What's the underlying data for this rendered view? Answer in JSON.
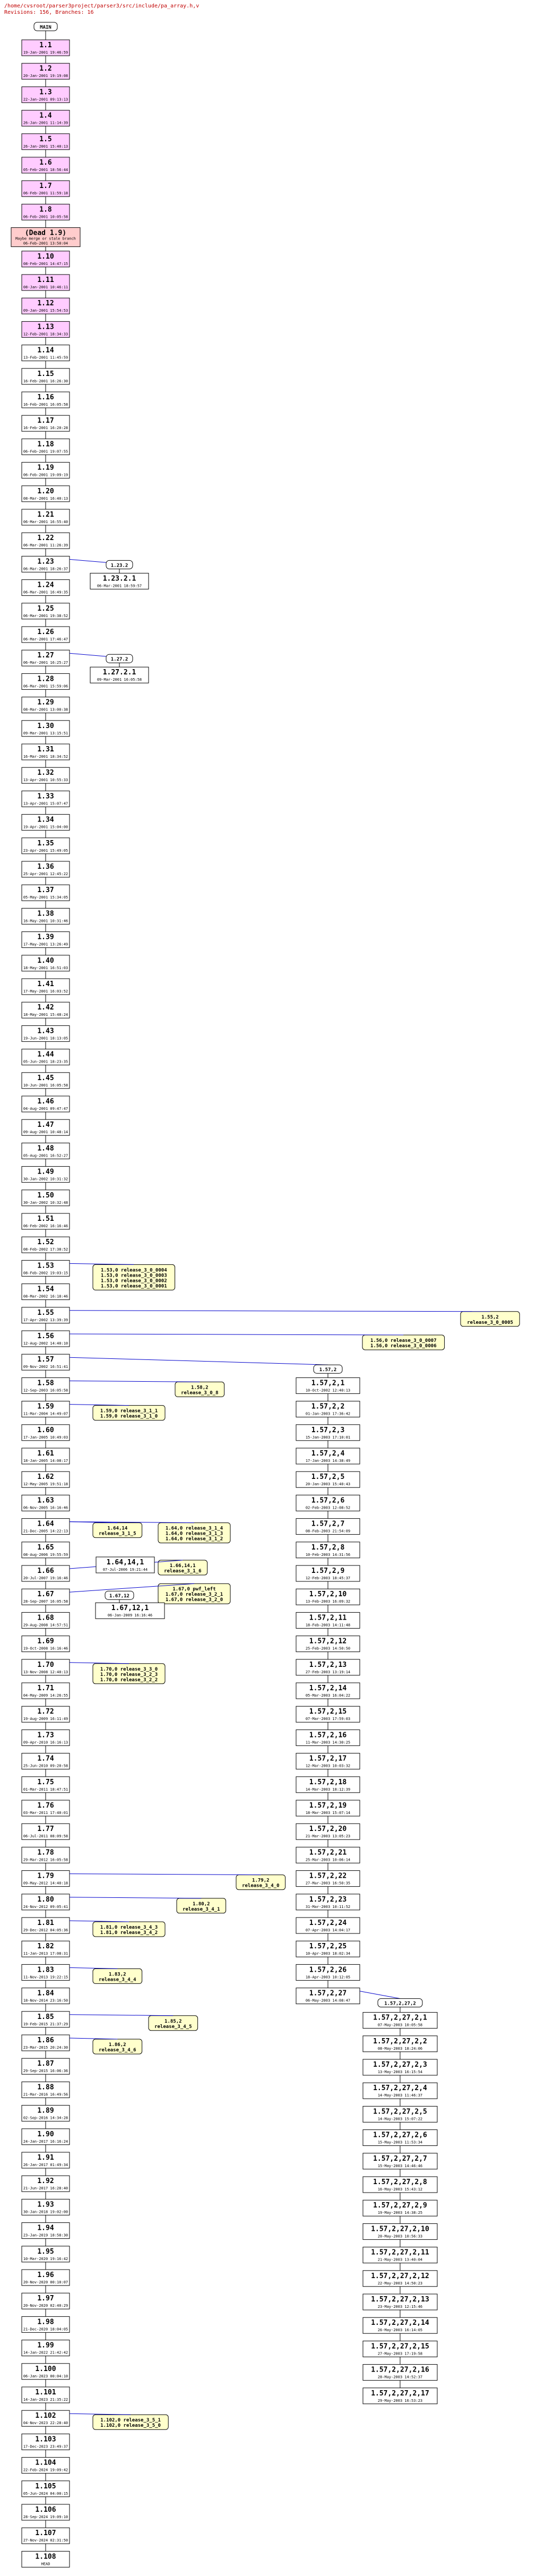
{
  "header": {
    "path": "/home/cvsroot/parser3project/parser3/src/include/pa_array.h,v",
    "revisions": "Revisions: 156, Branches: 16"
  },
  "colors": {
    "head_fill": "#ffccff",
    "dead_fill": "#ffcccc",
    "normal_fill": "#ffffff",
    "tag_fill": "#ffffcc",
    "branch_line": "#0000cc"
  },
  "main_trunk": [
    {
      "label": "MAIN",
      "kind": "branch"
    },
    {
      "label": "1.1",
      "sub": "19-Jan-2001 19:46:59",
      "kind": "head"
    },
    {
      "label": "1.2",
      "sub": "20-Jan-2001 19:19:08",
      "kind": "head"
    },
    {
      "label": "1.3",
      "sub": "22-Jan-2001 09:13:13",
      "kind": "head"
    },
    {
      "label": "1.4",
      "sub": "26-Jan-2001 11:14:39",
      "kind": "head"
    },
    {
      "label": "1.5",
      "sub": "26-Jan-2001 15:40:13",
      "kind": "head"
    },
    {
      "label": "1.6",
      "sub": "05-Feb-2001 18:56:44",
      "kind": "head"
    },
    {
      "label": "1.7",
      "sub": "06-Feb-2001 11:59:18",
      "kind": "head"
    },
    {
      "label": "1.8",
      "sub": "06-Feb-2001 10:05:58",
      "kind": "head"
    },
    {
      "label": "(Dead 1.9)",
      "sub": "06-Feb-2001 13:50:04",
      "sub2": "Maybe merge or stale branch",
      "kind": "dead"
    },
    {
      "label": "1.10",
      "sub": "08-Feb-2001 14:47:15",
      "kind": "head"
    },
    {
      "label": "1.11",
      "sub": "08-Jan-2001 10:46:11",
      "kind": "head"
    },
    {
      "label": "1.12",
      "sub": "09-Jan-2001 15:54:53",
      "kind": "head"
    },
    {
      "label": "1.13",
      "sub": "12-Feb-2001 18:34:33",
      "kind": "head"
    },
    {
      "label": "1.14",
      "sub": "13-Feb-2001 11:45:59",
      "kind": "normal"
    },
    {
      "label": "1.15",
      "sub": "16-Feb-2001 16:26:30",
      "kind": "normal"
    },
    {
      "label": "1.16",
      "sub": "16-Feb-2001 16:05:58",
      "kind": "normal"
    },
    {
      "label": "1.17",
      "sub": "16-Feb-2001 16:20:28",
      "kind": "normal"
    },
    {
      "label": "1.18",
      "sub": "06-Feb-2001 19:07:55",
      "kind": "normal"
    },
    {
      "label": "1.19",
      "sub": "06-Feb-2001 19:09:19",
      "kind": "normal"
    },
    {
      "label": "1.20",
      "sub": "08-Mar-2001 16:40:13",
      "kind": "normal"
    },
    {
      "label": "1.21",
      "sub": "06-Mar-2001 16:55:40",
      "kind": "normal"
    },
    {
      "label": "1.22",
      "sub": "06-Mar-2001 11:26:39",
      "kind": "normal"
    },
    {
      "label": "1.23",
      "sub": "06-Mar-2001 18:26:37",
      "kind": "normal"
    },
    {
      "label": "1.24",
      "sub": "06-Mar-2001 16:49:35",
      "kind": "normal"
    },
    {
      "label": "1.25",
      "sub": "06-Mar-2001 19:38:52",
      "kind": "normal"
    },
    {
      "label": "1.26",
      "sub": "06-Mar-2001 17:46:47",
      "kind": "normal"
    },
    {
      "label": "1.27",
      "sub": "06-Mar-2001 16:25:27",
      "kind": "normal"
    },
    {
      "label": "1.28",
      "sub": "06-Mar-2001 15:59:06",
      "kind": "normal"
    },
    {
      "label": "1.29",
      "sub": "08-Mar-2001 13:00:38",
      "kind": "normal"
    },
    {
      "label": "1.30",
      "sub": "09-Mar-2001 13:15:51",
      "kind": "normal"
    },
    {
      "label": "1.31",
      "sub": "16-Mar-2001 18:34:52",
      "kind": "normal"
    },
    {
      "label": "1.32",
      "sub": "13-Apr-2001 10:55:33",
      "kind": "normal"
    },
    {
      "label": "1.33",
      "sub": "13-Apr-2001 15:07:47",
      "kind": "normal"
    },
    {
      "label": "1.34",
      "sub": "19-Apr-2001 15:04:00",
      "kind": "normal"
    },
    {
      "label": "1.35",
      "sub": "23-Apr-2001 15:49:05",
      "kind": "normal"
    },
    {
      "label": "1.36",
      "sub": "25-Apr-2001 12:45:22",
      "kind": "normal"
    },
    {
      "label": "1.37",
      "sub": "05-May-2001 15:34:05",
      "kind": "normal"
    },
    {
      "label": "1.38",
      "sub": "16-May-2001 10:31:46",
      "kind": "normal"
    },
    {
      "label": "1.39",
      "sub": "17-May-2001 13:26:49",
      "kind": "normal"
    },
    {
      "label": "1.40",
      "sub": "18-May-2001 16:51:03",
      "kind": "normal"
    },
    {
      "label": "1.41",
      "sub": "17-May-2001 16:03:52",
      "kind": "normal"
    },
    {
      "label": "1.42",
      "sub": "18-May-2001 15:48:24",
      "kind": "normal"
    },
    {
      "label": "1.43",
      "sub": "19-Jun-2001 18:13:05",
      "kind": "normal"
    },
    {
      "label": "1.44",
      "sub": "05-Jun-2001 18:23:35",
      "kind": "normal"
    },
    {
      "label": "1.45",
      "sub": "10-Jun-2001 16:05:58",
      "kind": "normal"
    },
    {
      "label": "1.46",
      "sub": "04-Aug-2001 09:47:47",
      "kind": "normal"
    },
    {
      "label": "1.47",
      "sub": "09-Aug-2001 10:48:14",
      "kind": "normal"
    },
    {
      "label": "1.48",
      "sub": "05-Aug-2001 16:52:27",
      "kind": "normal"
    },
    {
      "label": "1.49",
      "sub": "30-Jan-2002 10:31:32",
      "kind": "normal"
    },
    {
      "label": "1.50",
      "sub": "30-Jan-2002 10:32:48",
      "kind": "normal"
    },
    {
      "label": "1.51",
      "sub": "06-Feb-2002 16:16:46",
      "kind": "normal"
    },
    {
      "label": "1.52",
      "sub": "08-Feb-2002 17:38:52",
      "kind": "normal"
    },
    {
      "label": "1.53",
      "sub": "08-Feb-2002 19:03:15",
      "kind": "normal"
    },
    {
      "label": "1.54",
      "sub": "08-Mar-2002 16:18:46",
      "kind": "normal"
    },
    {
      "label": "1.55",
      "sub": "17-Apr-2002 13:39:39",
      "kind": "normal"
    },
    {
      "label": "1.56",
      "sub": "12-Aug-2002 14:40:10",
      "kind": "normal"
    },
    {
      "label": "1.57",
      "sub": "09-Nov-2002 16:51:41",
      "kind": "normal"
    },
    {
      "label": "1.58",
      "sub": "12-Sep-2003 16:05:58",
      "kind": "normal"
    },
    {
      "label": "1.59",
      "sub": "11-Mar-2004 14:49:07",
      "kind": "normal"
    },
    {
      "label": "1.60",
      "sub": "17-Jan-2005 10:49:03",
      "kind": "normal"
    },
    {
      "label": "1.61",
      "sub": "18-Jan-2005 14:08:17",
      "kind": "normal"
    },
    {
      "label": "1.62",
      "sub": "12-May-2005 19:51:18",
      "kind": "normal"
    },
    {
      "label": "1.63",
      "sub": "06-Nov-2005 16:16:46",
      "kind": "normal"
    },
    {
      "label": "1.64",
      "sub": "21-Dec-2005 14:22:13",
      "kind": "normal"
    },
    {
      "label": "1.65",
      "sub": "08-Aug-2006 19:55:59",
      "kind": "normal"
    },
    {
      "label": "1.66",
      "sub": "20-Jul-2007 19:16:46",
      "kind": "normal"
    },
    {
      "label": "1.67",
      "sub": "28-Sep-2007 16:05:58",
      "kind": "normal"
    },
    {
      "label": "1.68",
      "sub": "29-Aug-2008 14:57:51",
      "kind": "normal"
    },
    {
      "label": "1.69",
      "sub": "19-Oct-2008 16:16:46",
      "kind": "normal"
    },
    {
      "label": "1.70",
      "sub": "13-Nov-2008 12:40:13",
      "kind": "normal"
    },
    {
      "label": "1.71",
      "sub": "04-May-2009 14:26:55",
      "kind": "normal"
    },
    {
      "label": "1.72",
      "sub": "19-Aug-2009 16:11:49",
      "kind": "normal"
    },
    {
      "label": "1.73",
      "sub": "09-Apr-2010 16:16:13",
      "kind": "normal"
    },
    {
      "label": "1.74",
      "sub": "25-Jun-2010 09:20:58",
      "kind": "normal"
    },
    {
      "label": "1.75",
      "sub": "01-Mar-2011 18:47:51",
      "kind": "normal"
    },
    {
      "label": "1.76",
      "sub": "03-Mar-2011 17:40:01",
      "kind": "normal"
    },
    {
      "label": "1.77",
      "sub": "06-Jul-2011 08:09:58",
      "kind": "normal"
    },
    {
      "label": "1.78",
      "sub": "29-Mar-2012 16:05:58",
      "kind": "normal"
    },
    {
      "label": "1.79",
      "sub": "09-May-2012 14:40:18",
      "kind": "normal"
    },
    {
      "label": "1.80",
      "sub": "24-Nov-2012 09:05:41",
      "kind": "normal"
    },
    {
      "label": "1.81",
      "sub": "29-Dec-2012 04:05:36",
      "kind": "normal"
    },
    {
      "label": "1.82",
      "sub": "11-Jan-2013 17:08:31",
      "kind": "normal"
    },
    {
      "label": "1.83",
      "sub": "11-Nov-2013 19:22:15",
      "kind": "normal"
    },
    {
      "label": "1.84",
      "sub": "18-Nov-2014 23:16:50",
      "kind": "normal"
    },
    {
      "label": "1.85",
      "sub": "19-Feb-2015 21:37:29",
      "kind": "normal"
    },
    {
      "label": "1.86",
      "sub": "23-Mar-2015 20:24:30",
      "kind": "normal"
    },
    {
      "label": "1.87",
      "sub": "29-Sep-2015 16:06:36",
      "kind": "normal"
    },
    {
      "label": "1.88",
      "sub": "21-Mar-2016 16:49:56",
      "kind": "normal"
    },
    {
      "label": "1.89",
      "sub": "02-Sep-2016 14:34:28",
      "kind": "normal"
    },
    {
      "label": "1.90",
      "sub": "24-Jan-2017 16:16:24",
      "kind": "normal"
    },
    {
      "label": "1.91",
      "sub": "26-Jan-2017 01:49:34",
      "kind": "normal"
    },
    {
      "label": "1.92",
      "sub": "21-Jun-2017 16:28:40",
      "kind": "normal"
    },
    {
      "label": "1.93",
      "sub": "30-Jan-2018 19:02:00",
      "kind": "normal"
    },
    {
      "label": "1.94",
      "sub": "23-Jan-2019 18:58:30",
      "kind": "normal"
    },
    {
      "label": "1.95",
      "sub": "10-Mar-2020 19:16:42",
      "kind": "normal"
    },
    {
      "label": "1.96",
      "sub": "20-Nov-2020 00:10:07",
      "kind": "normal"
    },
    {
      "label": "1.97",
      "sub": "20-Nov-2020 02:40:29",
      "kind": "normal"
    },
    {
      "label": "1.98",
      "sub": "21-Dec-2020 18:04:05",
      "kind": "normal"
    },
    {
      "label": "1.99",
      "sub": "14-Jan-2022 21:42:42",
      "kind": "normal"
    },
    {
      "label": "1.100",
      "sub": "06-Jan-2023 00:04:10",
      "kind": "normal"
    },
    {
      "label": "1.101",
      "sub": "14-Jan-2023 21:35:22",
      "kind": "normal"
    },
    {
      "label": "1.102",
      "sub": "04-Nov-2023 22:28:40",
      "kind": "normal"
    },
    {
      "label": "1.103",
      "sub": "17-Dec-2023 23:49:37",
      "kind": "normal"
    },
    {
      "label": "1.104",
      "sub": "22-Feb-2024 19:09:42",
      "kind": "normal"
    },
    {
      "label": "1.105",
      "sub": "05-Jun-2024 04:00:15",
      "kind": "normal"
    },
    {
      "label": "1.106",
      "sub": "28-Sep-2024 19:09:10",
      "kind": "normal"
    },
    {
      "label": "1.107",
      "sub": "27-Nov-2024 02:31:50",
      "kind": "normal"
    },
    {
      "label": "1.108",
      "sub": "HEAD",
      "kind": "normal"
    }
  ],
  "side_branches": [
    {
      "from": "1.23",
      "branch": "1.23.2",
      "nodes": [
        {
          "label": "1.23.2.1",
          "sub": "06-Mar-2001 18:59:57"
        }
      ]
    },
    {
      "from": "1.27",
      "branch": "1.27.2",
      "nodes": [
        {
          "label": "1.27.2.1",
          "sub": "09-Mar-2001 16:05:58"
        }
      ]
    }
  ],
  "tags": [
    {
      "from": "1.53",
      "lines": [
        "1.53,0 release_3_0_0004",
        "1.53,0 release_3_0_0003",
        "1.53,0 release_3_0_0002",
        "1.53,0 release_3_0_0001"
      ]
    },
    {
      "from": "1.55",
      "lines": [
        "1.55,2",
        "release_3_0_0005"
      ],
      "far": true
    },
    {
      "from": "1.56",
      "lines": [
        "1.56,0 release_3_0_0007",
        "1.56,0 release_3_0_0006"
      ],
      "mid": true
    },
    {
      "from": "1.58",
      "lines": [
        "1.58,2",
        "release_3_0_8"
      ]
    },
    {
      "from": "1.59",
      "lines": [
        "1.59,0 release_3_1_1",
        "1.59,0 release_3_1_0"
      ]
    },
    {
      "from": "1.64",
      "lines": [
        "1.64,14",
        "release_3_1_5"
      ],
      "col": 1
    },
    {
      "from": "1.64",
      "lines": [
        "1.64,0 release_3_1_4",
        "1.64,0 release_3_1_3",
        "1.64,0 release_3_1_2"
      ],
      "col": 2
    },
    {
      "from": "1.66",
      "lines": [
        "1.66,14,1",
        "release_3_1_6"
      ],
      "col": 2
    },
    {
      "from": "1.67",
      "lines": [
        "1.67,0 pwf_left",
        "1.67,0 release_3_2_1",
        "1.67,0 release_3_2_0"
      ],
      "col": 2
    },
    {
      "from": "1.70",
      "lines": [
        "1.70,0 release_3_3_0",
        "1.70,0 release_3_2_3",
        "1.70,0 release_3_2_2"
      ]
    },
    {
      "from": "1.79",
      "lines": [
        "1.79,2",
        "release_3_4_0"
      ],
      "far": true
    },
    {
      "from": "1.80",
      "lines": [
        "1.80,2",
        "release_3_4_1"
      ]
    },
    {
      "from": "1.81",
      "lines": [
        "1.81,0 release_3_4_3",
        "1.81,0 release_3_4_2"
      ]
    },
    {
      "from": "1.83",
      "lines": [
        "1.83,2",
        "release_3_4_4"
      ]
    },
    {
      "from": "1.85",
      "lines": [
        "1.85,2",
        "release_3_4_5"
      ]
    },
    {
      "from": "1.86",
      "lines": [
        "1.86,2",
        "release_3_4_6"
      ]
    },
    {
      "from": "1.102",
      "lines": [
        "1.102,0 release_3_5_1",
        "1.102,0 release_3_5_0"
      ]
    }
  ],
  "branch_1_67_12": {
    "label": "1.67,12",
    "node": {
      "label": "1.67,12,1",
      "sub": "06-Jan-2009 16:16:46"
    }
  },
  "branch_1_64_14": {
    "node": {
      "label": "1.64,14,1",
      "sub": "07-Jul-2006 19:21:44"
    }
  },
  "branch_1_57_2": {
    "label": "1.57,2",
    "nodes": [
      {
        "label": "1.57,2,1",
        "sub": "10-Oct-2002 12:40:13"
      },
      {
        "label": "1.57,2,2",
        "sub": "01-Jan-2003 17:36:42"
      },
      {
        "label": "1.57,2,3",
        "sub": "15-Jan-2003 17:10:01"
      },
      {
        "label": "1.57,2,4",
        "sub": "17-Jan-2003 14:38:49"
      },
      {
        "label": "1.57,2,5",
        "sub": "20-Jan-2003 15:40:43"
      },
      {
        "label": "1.57,2,6",
        "sub": "02-Feb-2003 12:08:52"
      },
      {
        "label": "1.57,2,7",
        "sub": "08-Feb-2003 21:54:09"
      },
      {
        "label": "1.57,2,8",
        "sub": "10-Feb-2003 14:31:56"
      },
      {
        "label": "1.57,2,9",
        "sub": "12-Feb-2003 18:45:37"
      },
      {
        "label": "1.57,2,10",
        "sub": "13-Feb-2003 16:09:32"
      },
      {
        "label": "1.57,2,11",
        "sub": "18-Feb-2003 14:11:48"
      },
      {
        "label": "1.57,2,12",
        "sub": "25-Feb-2003 14:50:50"
      },
      {
        "label": "1.57,2,13",
        "sub": "27-Feb-2003 13:19:14"
      },
      {
        "label": "1.57,2,14",
        "sub": "05-Mar-2003 16:04:22"
      },
      {
        "label": "1.57,2,15",
        "sub": "07-Mar-2003 17:59:03"
      },
      {
        "label": "1.57,2,16",
        "sub": "11-Mar-2003 14:30:25"
      },
      {
        "label": "1.57,2,17",
        "sub": "12-Mar-2003 10:03:32"
      },
      {
        "label": "1.57,2,18",
        "sub": "14-Mar-2003 18:12:39"
      },
      {
        "label": "1.57,2,19",
        "sub": "18-Mar-2003 15:07:14"
      },
      {
        "label": "1.57,2,20",
        "sub": "21-Mar-2003 13:05:23"
      },
      {
        "label": "1.57,2,21",
        "sub": "25-Mar-2003 10:06:14"
      },
      {
        "label": "1.57,2,22",
        "sub": "27-Mar-2003 16:50:35"
      },
      {
        "label": "1.57,2,23",
        "sub": "31-Mar-2003 10:11:52"
      },
      {
        "label": "1.57,2,24",
        "sub": "07-Apr-2003 14:04:17"
      },
      {
        "label": "1.57,2,25",
        "sub": "10-Apr-2003 18:02:34"
      },
      {
        "label": "1.57,2,26",
        "sub": "18-Apr-2003 10:12:05"
      },
      {
        "label": "1.57,2,27",
        "sub": "06-May-2003 14:08:47"
      }
    ]
  },
  "branch_1_57_2_27_2": {
    "label": "1.57,2,27,2",
    "nodes": [
      {
        "label": "1.57,2,27,2,1",
        "sub": "07-May-2003 10:05:58"
      },
      {
        "label": "1.57,2,27,2,2",
        "sub": "08-May-2003 18:24:06"
      },
      {
        "label": "1.57,2,27,2,3",
        "sub": "13-May-2003 16:15:54"
      },
      {
        "label": "1.57,2,27,2,4",
        "sub": "14-May-2003 11:46:37"
      },
      {
        "label": "1.57,2,27,2,5",
        "sub": "14-May-2003 15:07:22"
      },
      {
        "label": "1.57,2,27,2,6",
        "sub": "15-May-2003 11:53:34"
      },
      {
        "label": "1.57,2,27,2,7",
        "sub": "15-May-2003 14:46:46"
      },
      {
        "label": "1.57,2,27,2,8",
        "sub": "16-May-2003 15:43:12"
      },
      {
        "label": "1.57,2,27,2,9",
        "sub": "19-May-2003 14:38:25"
      },
      {
        "label": "1.57,2,27,2,10",
        "sub": "20-May-2003 10:56:33"
      },
      {
        "label": "1.57,2,27,2,11",
        "sub": "21-May-2003 13:40:04"
      },
      {
        "label": "1.57,2,27,2,12",
        "sub": "22-May-2003 14:50:23"
      },
      {
        "label": "1.57,2,27,2,13",
        "sub": "23-May-2003 12:15:46"
      },
      {
        "label": "1.57,2,27,2,14",
        "sub": "26-May-2003 16:14:05"
      },
      {
        "label": "1.57,2,27,2,15",
        "sub": "27-May-2003 17:19:58"
      },
      {
        "label": "1.57,2,27,2,16",
        "sub": "28-May-2003 14:52:37"
      },
      {
        "label": "1.57,2,27,2,17",
        "sub": "29-May-2003 16:53:23"
      }
    ]
  }
}
